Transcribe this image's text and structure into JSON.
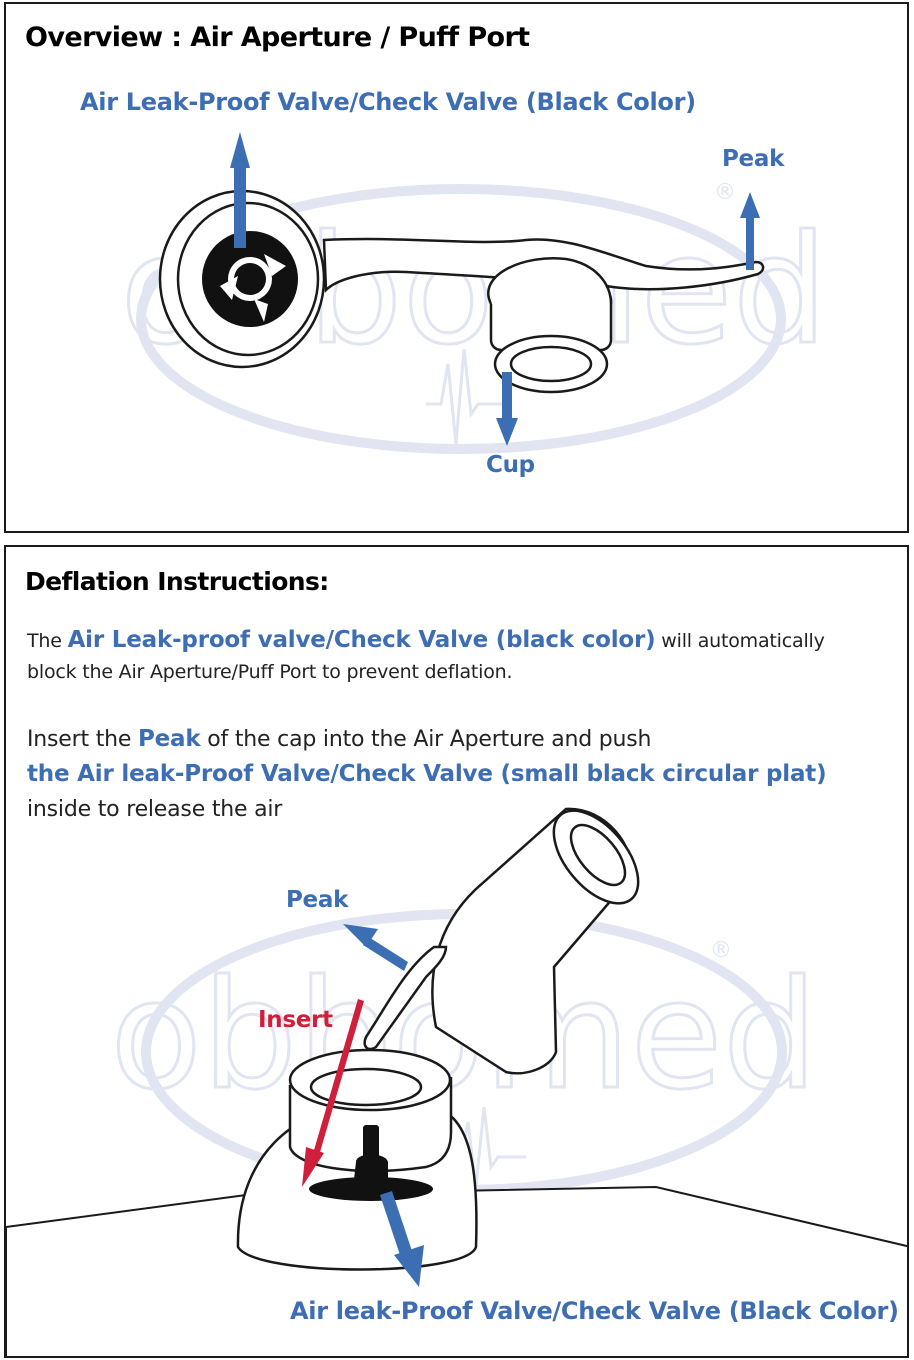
{
  "overview": {
    "title": "Overview : Air Aperture / Puff Port",
    "label_valve": "Air Leak-Proof Valve/Check Valve (Black Color)",
    "label_peak": "Peak",
    "label_cup": "Cup"
  },
  "deflation": {
    "title": "Deflation Instructions:",
    "para1": {
      "pre": "The ",
      "highlight": "Air Leak-proof valve/Check Valve (black color)",
      "mid": " will automatically",
      "line2": "block the Air Aperture/Puff Port to prevent deflation."
    },
    "para2": {
      "pre": "Insert the ",
      "highlight1": "Peak",
      "mid": " of the cap into the Air Aperture and push",
      "highlight2": "the Air leak-Proof Valve/Check Valve (small black circular plat)",
      "post": "inside to release the air"
    },
    "label_peak": "Peak",
    "label_insert": "Insert",
    "label_valve": "Air leak-Proof Valve/Check Valve (Black Color)"
  },
  "watermark": {
    "brand": "obbomed",
    "registered": "®"
  },
  "colors": {
    "label_blue": "#3d6db3",
    "arrow_blue": "#3c6eb4",
    "insert_red": "#cf1f3a",
    "watermark": "#c9cfe6"
  }
}
